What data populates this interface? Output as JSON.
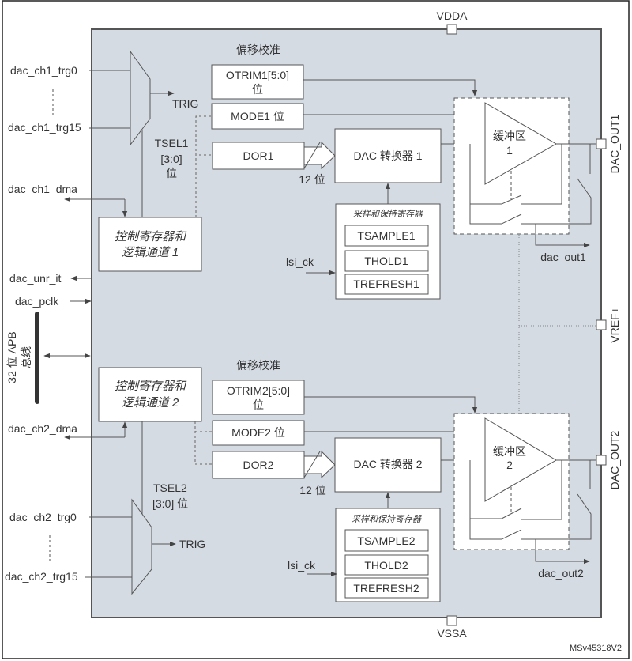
{
  "colors": {
    "block_fill": "#d5dbe3",
    "block_stroke": "#555555",
    "box_fill": "#ffffff",
    "line": "#555555",
    "text": "#333333"
  },
  "pins": {
    "vdda": "VDDA",
    "vssa": "VSSA",
    "dac_out1": "DAC_OUT1",
    "dac_out2": "DAC_OUT2",
    "vref": "VREF+"
  },
  "left_signals": {
    "ch1_trg0": "dac_ch1_trg0",
    "ch1_trg15": "dac_ch1_trg15",
    "ch1_dma": "dac_ch1_dma",
    "unr_it": "dac_unr_it",
    "pclk": "dac_pclk",
    "apb_bus": "32 位 APB",
    "apb_bus_line2": "总线",
    "ch2_dma": "dac_ch2_dma",
    "ch2_trg0": "dac_ch2_trg0",
    "ch2_trg15": "dac_ch2_trg15"
  },
  "channel1": {
    "offset_cal": "偏移校准",
    "otrim_line1": "OTRIM1[5:0]",
    "otrim_line2": "位",
    "mode": "MODE1 位",
    "dor": "DOR1",
    "bits": "12 位",
    "trig": "TRIG",
    "tsel_line1": "TSEL1",
    "tsel_line2": "[3:0]",
    "tsel_line3": "位",
    "converter": "DAC 转换器 1",
    "buffer_line1": "缓冲区",
    "buffer_line2": "1",
    "ctrl_line1": "控制寄存器和",
    "ctrl_line2": "逻辑通道 1",
    "sh_title": "采样和保持寄存器",
    "tsample": "TSAMPLE1",
    "thold": "THOLD1",
    "trefresh": "TREFRESH1",
    "lsi": "lsi_ck",
    "out": "dac_out1"
  },
  "channel2": {
    "offset_cal": "偏移校准",
    "otrim_line1": "OTRIM2[5:0]",
    "otrim_line2": "位",
    "mode": "MODE2 位",
    "dor": "DOR2",
    "bits": "12 位",
    "trig": "TRIG",
    "tsel_line1": "TSEL2",
    "tsel_line2": "[3:0] 位",
    "converter": "DAC 转换器 2",
    "buffer_line1": "缓冲区",
    "buffer_line2": "2",
    "ctrl_line1": "控制寄存器和",
    "ctrl_line2": "逻辑通道 2",
    "sh_title": "采样和保持寄存器",
    "tsample": "TSAMPLE2",
    "thold": "THOLD2",
    "trefresh": "TREFRESH2",
    "lsi": "lsi_ck",
    "out": "dac_out2"
  },
  "figure_id": "MSv45318V2"
}
